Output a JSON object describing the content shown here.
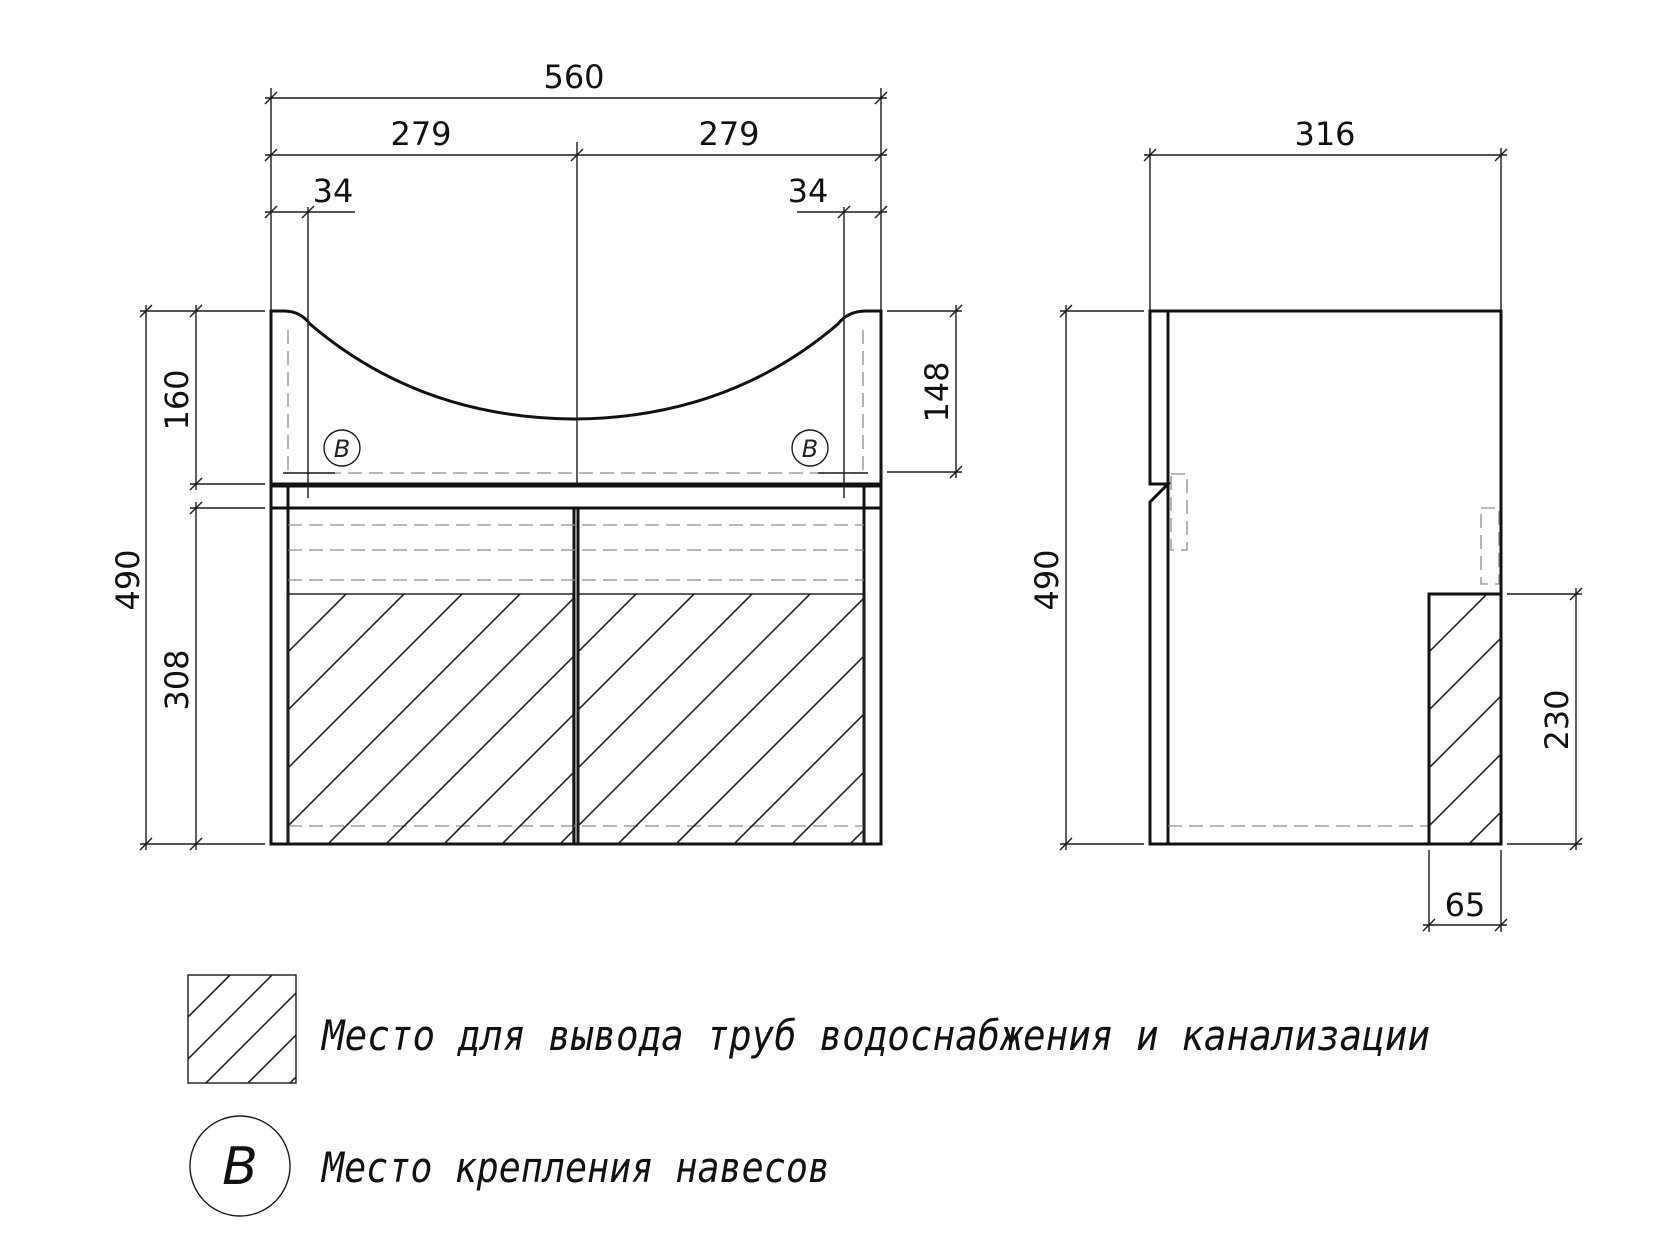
{
  "front_view": {
    "dimensions": {
      "overall_width": "560",
      "left_half": "279",
      "right_half": "279",
      "left_offset": "34",
      "right_offset": "34",
      "basin_depth_left": "160",
      "basin_depth_right": "148",
      "total_height": "490",
      "cabinet_height": "308"
    },
    "mount_markers": [
      "B",
      "B"
    ]
  },
  "side_view": {
    "dimensions": {
      "depth": "316",
      "total_height": "490",
      "pipe_zone_height": "230",
      "pipe_zone_depth": "65"
    }
  },
  "legend": {
    "items": [
      {
        "symbol": "hatched-square",
        "text": "Место для вывода труб водоснабжения и канализации"
      },
      {
        "symbol": "B",
        "text": "Место крепления навесов"
      }
    ]
  }
}
